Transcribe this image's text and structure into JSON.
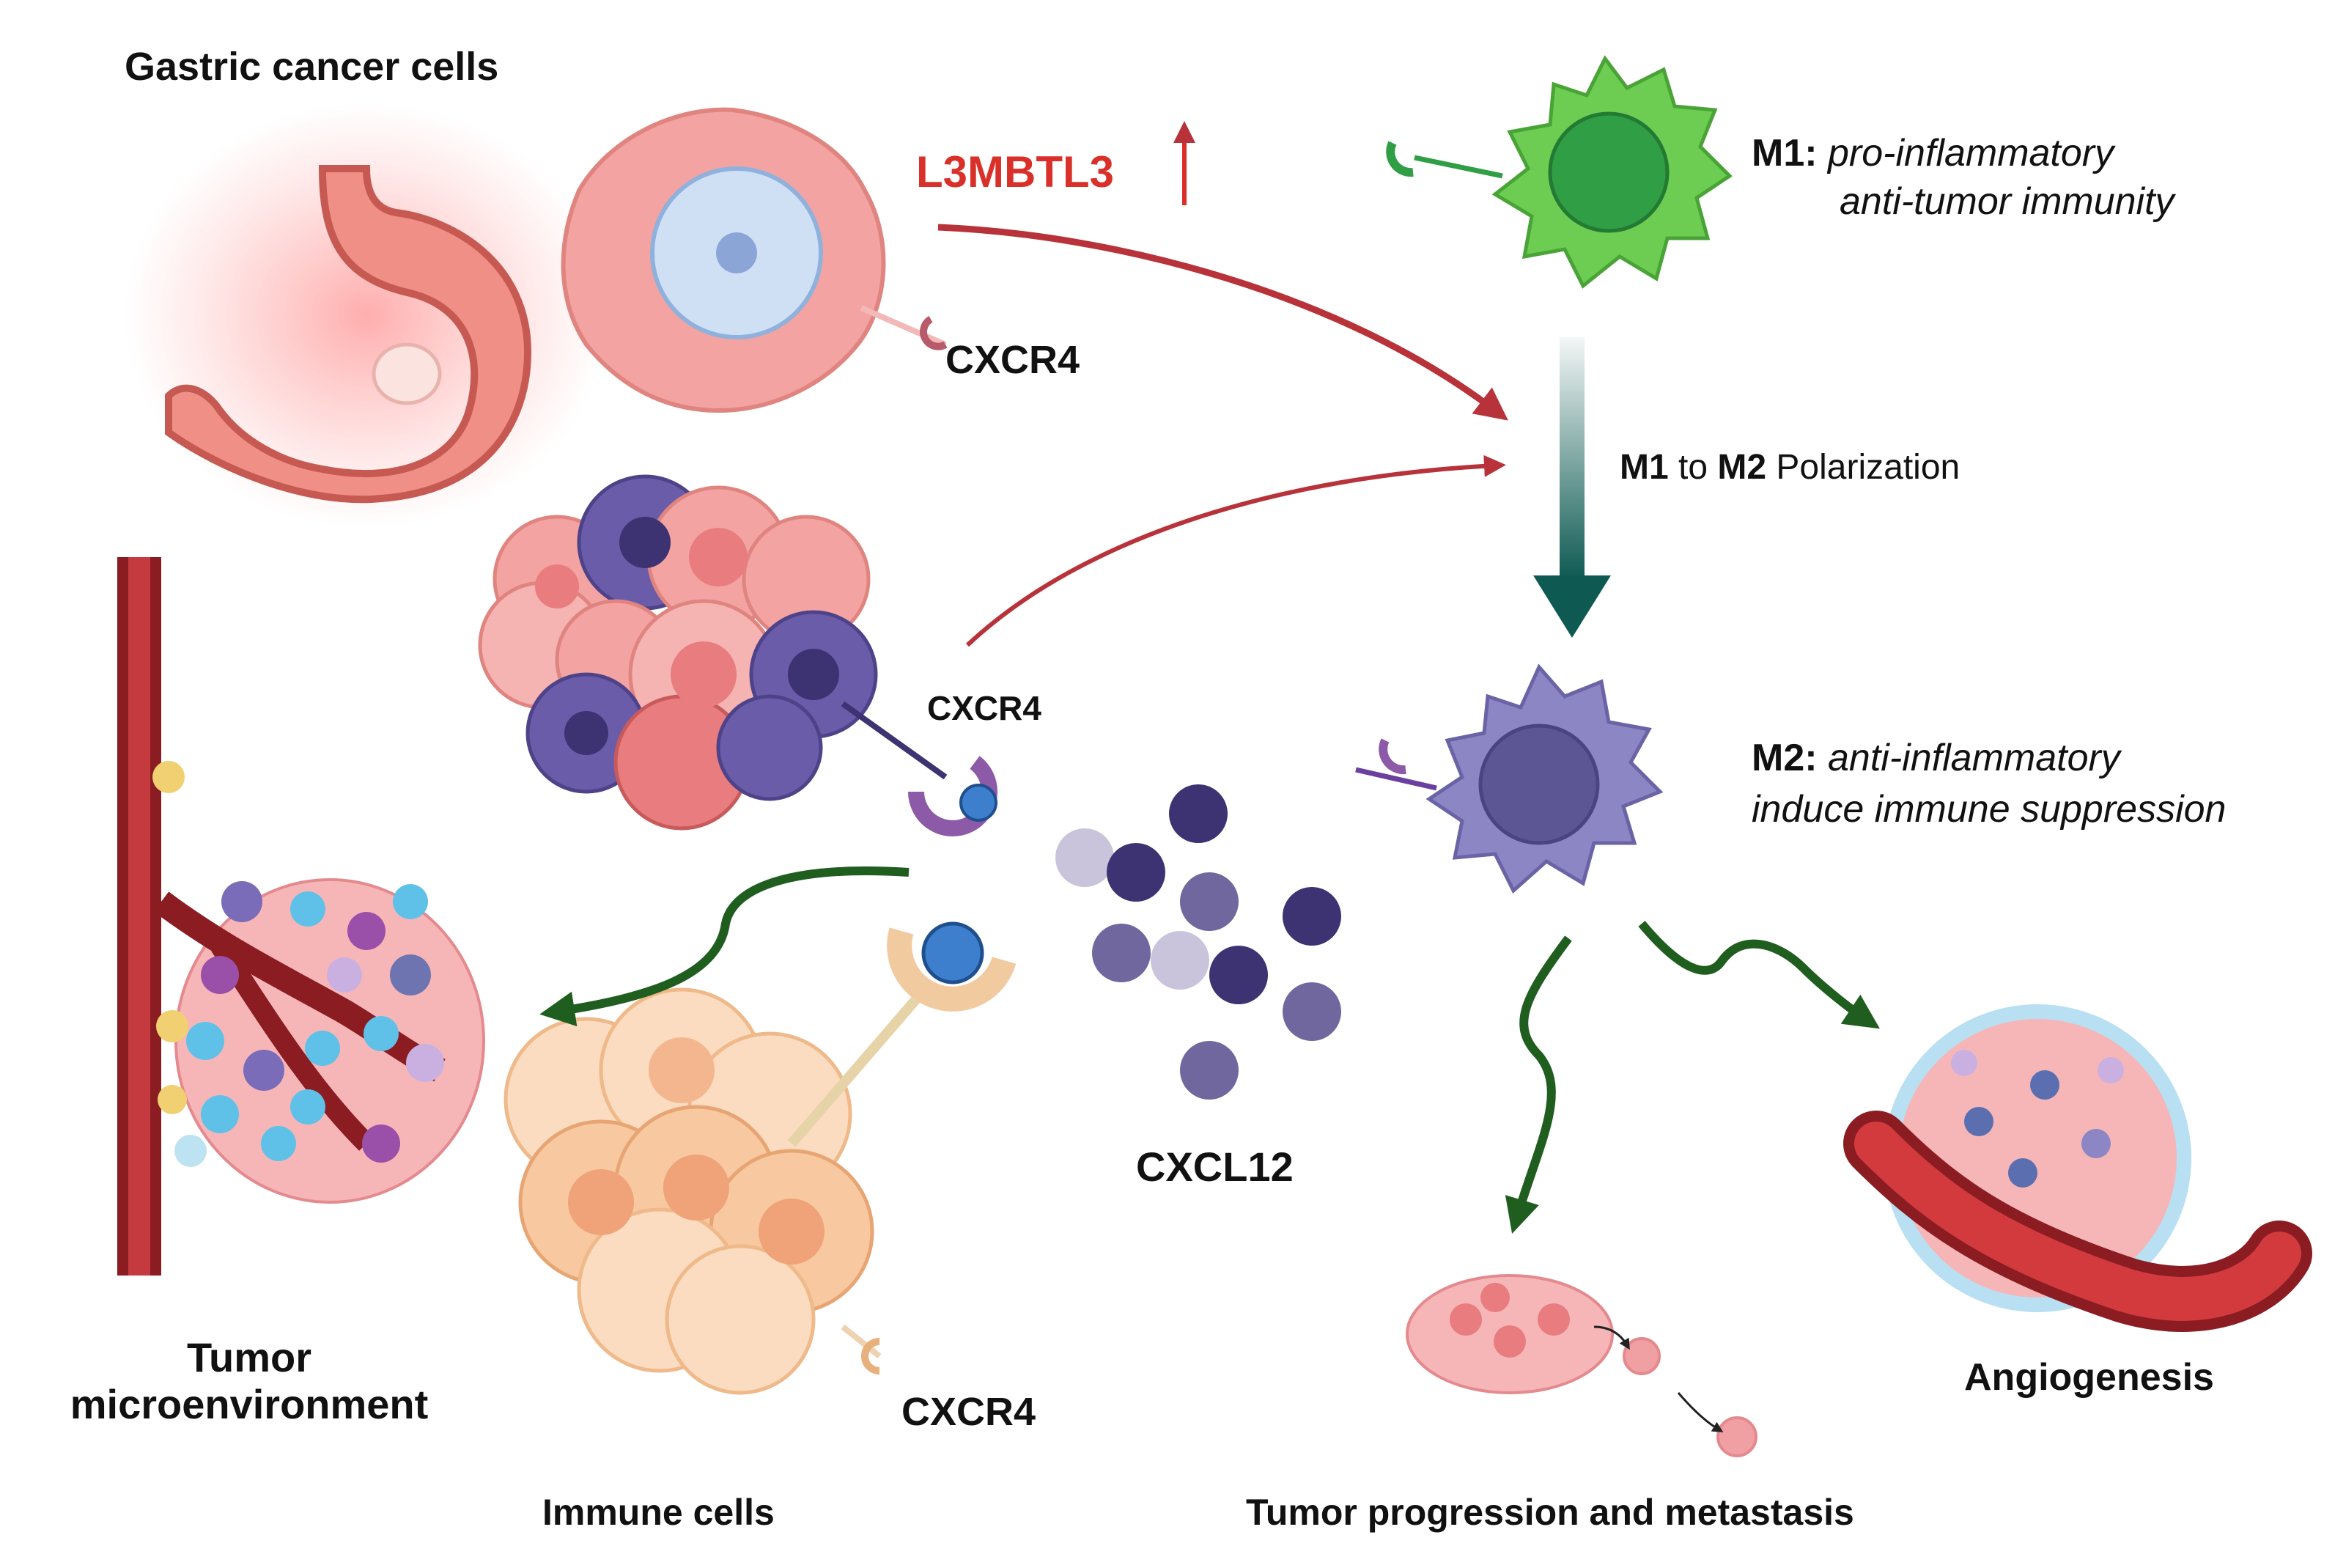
{
  "labels": {
    "gastric_cancer_cells": "Gastric cancer cells",
    "l3mbtl3": "L3MBTL3",
    "cxcr4_top": "CXCR4",
    "cxcr4_middle": "CXCR4",
    "cxcr4_bottom": "CXCR4",
    "m1_name": "M1:",
    "m1_line1": "pro-inflammatory",
    "m1_line2": "anti-tumor immunity",
    "polar_m1": "M1",
    "polar_to": " to ",
    "polar_m2": "M2",
    "polar_rest": " Polarization",
    "m2_name": "M2:",
    "m2_line1": "anti-inflammatory",
    "m2_line2": "induce immune suppression",
    "cxcl12": "CXCL12",
    "tumor_micro_line1": "Tumor",
    "tumor_micro_line2": "microenvironment",
    "immune_cells": "Immune cells",
    "tumor_progression": "Tumor progression and metastasis",
    "angiogenesis": "Angiogenesis"
  },
  "colors": {
    "l3mbtl3_red": "#d9302a",
    "red_arrow": "#b8323a",
    "green_arrow": "#1f5e1f",
    "teal_arrow": "#0e5a52",
    "m1_green": "#6ccd52",
    "m2_purple": "#8d86c4",
    "cancer_pink": "#f3a4a2",
    "immune_peach": "#f8c9a0",
    "vessel_red": "#8a1c22"
  }
}
